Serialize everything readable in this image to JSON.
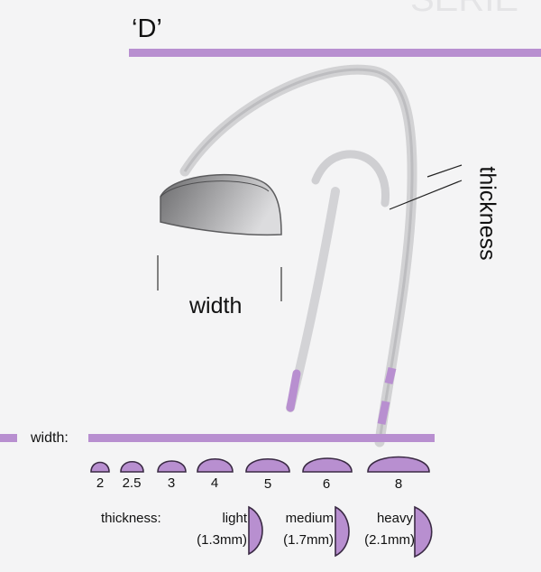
{
  "profile_label": "‘D’",
  "annotations": {
    "thickness": "thickness",
    "width": "width"
  },
  "width_scale": {
    "label": "width:",
    "sizes": [
      "2",
      "2.5",
      "3",
      "4",
      "5",
      "6",
      "8"
    ]
  },
  "thickness_scale": {
    "label": "thickness:",
    "options": [
      {
        "name": "light",
        "value": "(1.3mm)"
      },
      {
        "name": "medium",
        "value": "(1.7mm)"
      },
      {
        "name": "heavy",
        "value": "(2.1mm)"
      }
    ]
  },
  "colors": {
    "accent": "#b88fd0",
    "accent_stroke": "#3a2a44",
    "band_dark": "#6e6e70",
    "band_light": "#d0d0d2"
  }
}
